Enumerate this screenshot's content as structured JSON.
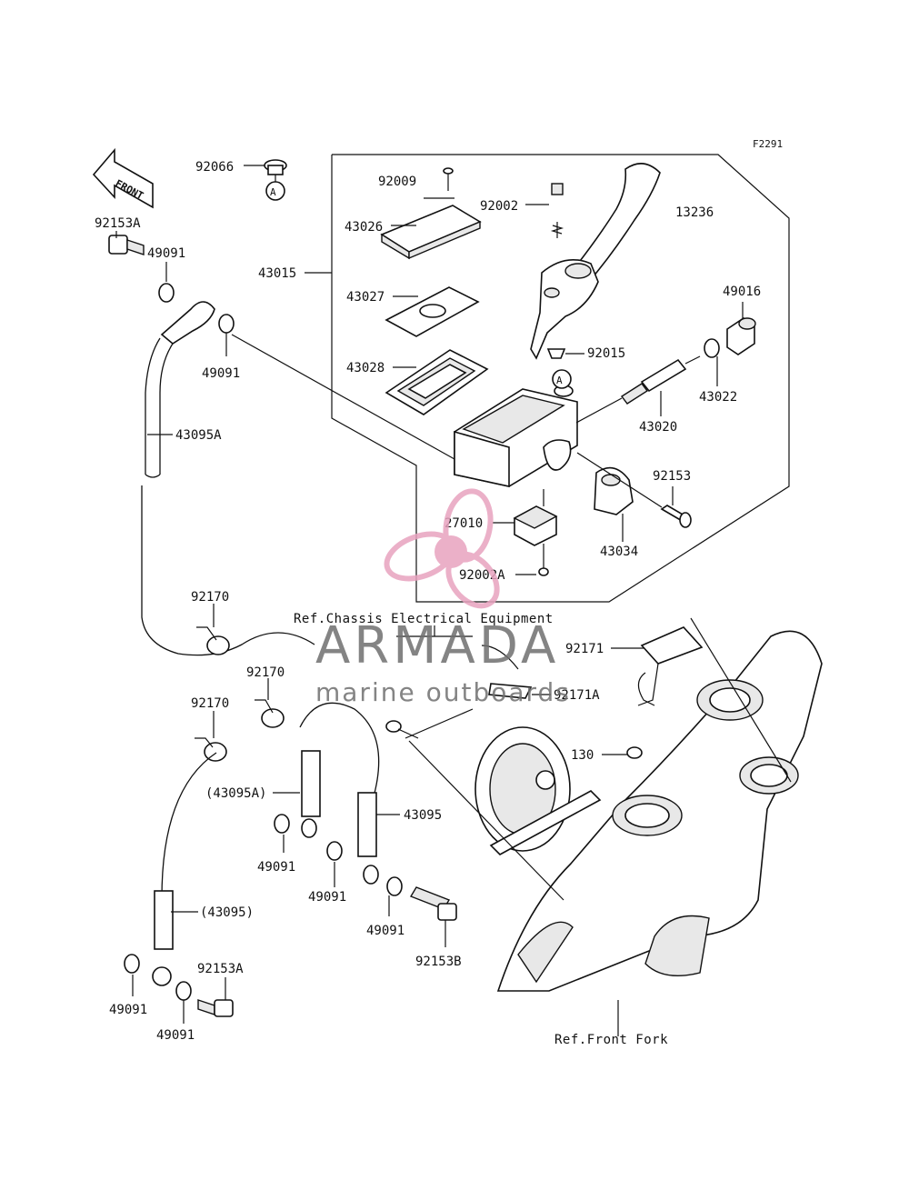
{
  "diagram_code": "F2291",
  "direction_label": "FRONT",
  "circle_marker": "A",
  "parts": [
    "92066",
    "92009",
    "92002",
    "43026",
    "43015",
    "43027",
    "43028",
    "13236",
    "92015",
    "49016",
    "43022",
    "43020",
    "92153",
    "43034",
    "27010",
    "92002A",
    "92153A",
    "49091",
    "43095A",
    "92170",
    "(43095A)",
    "43095",
    "(43095)",
    "92153B",
    "92171",
    "92171A",
    "130"
  ],
  "references": {
    "chassis": "Ref.Chassis Electrical Equipment",
    "fork": "Ref.Front Fork"
  },
  "watermark": {
    "brand": "ARMADA",
    "tagline": "marine outboards",
    "colors": {
      "propeller": "#e8a3bf",
      "text": "#6f6f6f"
    }
  }
}
